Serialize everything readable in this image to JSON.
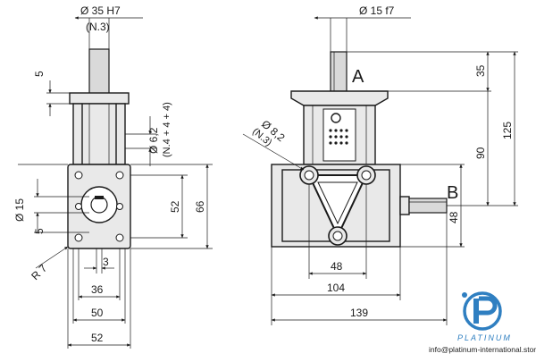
{
  "left_view": {
    "bore_label": "Ø 35 H7",
    "bore_note": "(N.3)",
    "dim_5_top": "5",
    "holes_label": "Ø 6,2",
    "holes_note": "(N.4 + 4 + 4)",
    "bore_dia": "Ø 15",
    "dim_5_side": "5",
    "radius": "R 7",
    "dim_3": "3",
    "dim_36": "36",
    "dim_50": "50",
    "dim_52_bottom": "52",
    "dim_52_right": "52",
    "dim_66": "66"
  },
  "right_view": {
    "shaft_label": "Ø 15 f7",
    "label_a": "A",
    "label_b": "B",
    "dim_35": "35",
    "dim_90": "90",
    "dim_125": "125",
    "holes_label": "Ø 8,2",
    "holes_note": "(N.3)",
    "dim_48_vert": "48",
    "dim_48_horiz": "48",
    "dim_104": "104",
    "dim_139": "139"
  },
  "watermark": {
    "brand": "PLATINUM",
    "email": "info@platinum-international.store"
  },
  "colors": {
    "line": "#1a1a1a",
    "body_fill": "#e9e9e9",
    "brand_blue": "#2f7fc1"
  }
}
